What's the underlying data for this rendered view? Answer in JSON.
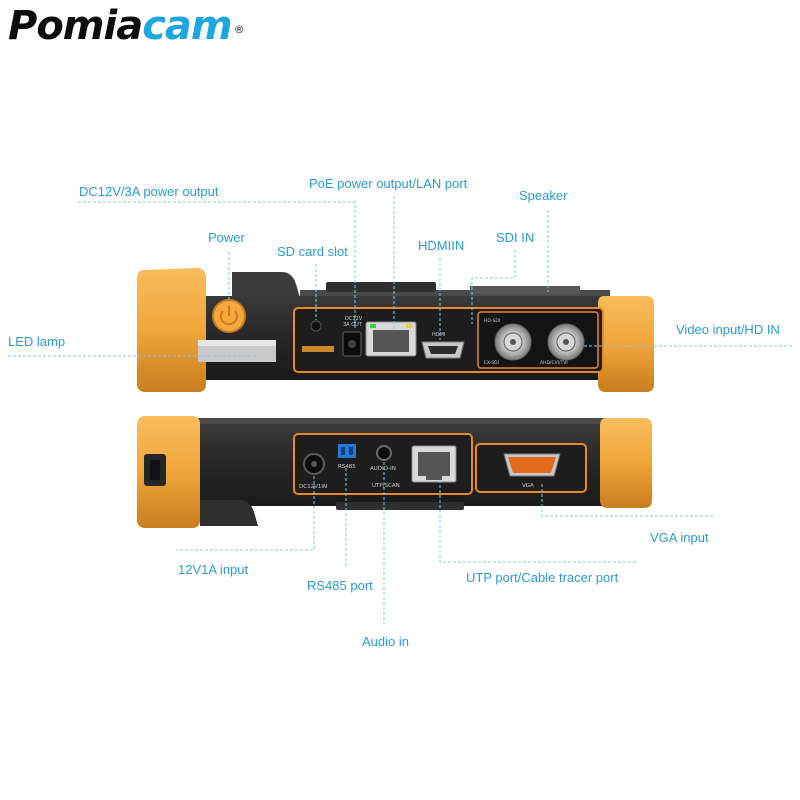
{
  "brand": {
    "part1": "Pomia",
    "part2": "cam",
    "reg": "®"
  },
  "labels": {
    "dc_out": "DC12V/3A power output",
    "poe": "PoE power output/LAN port",
    "speaker": "Speaker",
    "power": "Power",
    "sd": "SD card slot",
    "hdmi": "HDMIIN",
    "sdi": "SDI IN",
    "led": "LED lamp",
    "video": "Video input/HD IN",
    "vga": "VGA input",
    "dc_in": "12V1A input",
    "rs485": "RS485 port",
    "utp": "UTP port/Cable tracer port",
    "audio": "Audio in"
  },
  "panel_text": {
    "dc_out": "DC12V\n3A OUT",
    "hdmi": "HDMI",
    "hd_sdi": "HD-SDI",
    "ex_sdi": "EX-SDI",
    "cvbs": "AHD/CVI/TVI",
    "dc_in": "DC12V1IN",
    "rs485": "RS485",
    "audio": "AUDIO-IN",
    "utp": "UTP/SCAN",
    "vga": "VGA"
  },
  "colors": {
    "accent": "#2a9bd0",
    "bumper": "#f0a63a",
    "body": "#2b2b2b",
    "trim": "#e8892c"
  }
}
